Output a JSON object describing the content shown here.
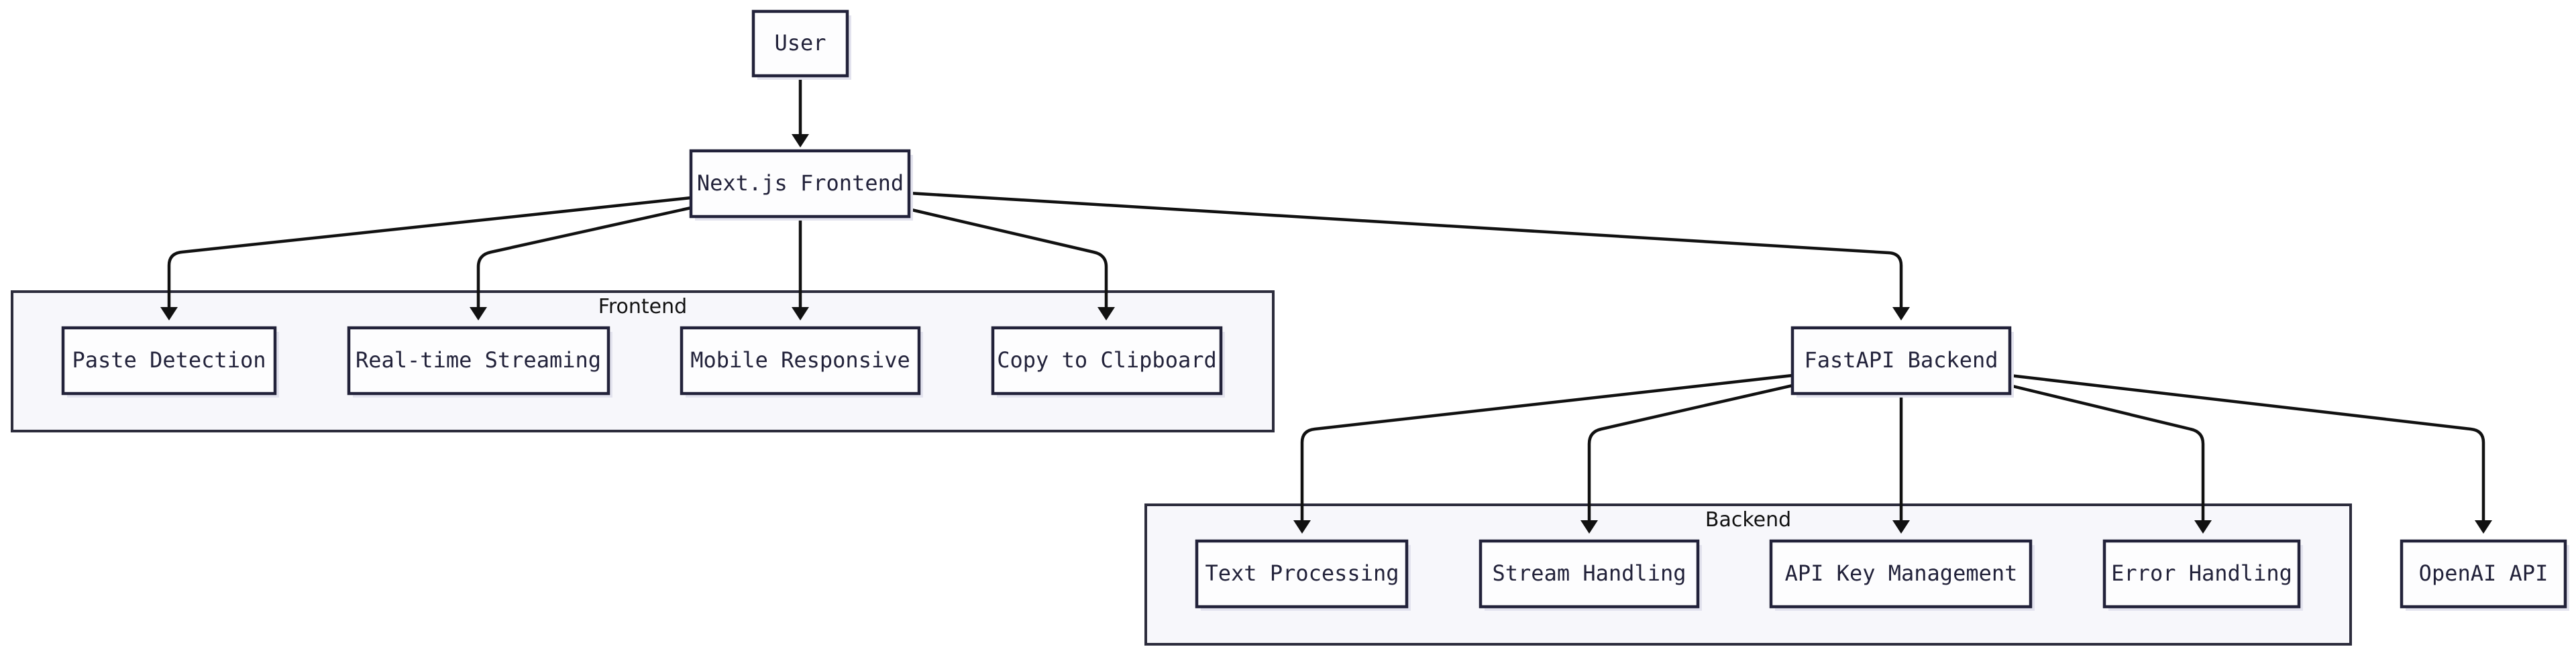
{
  "diagram": {
    "nodes": {
      "user": "User",
      "nextjs": "Next.js Frontend",
      "paste": "Paste Detection",
      "streaming": "Real-time Streaming",
      "mobile": "Mobile Responsive",
      "clipboard": "Copy to Clipboard",
      "fastapi": "FastAPI Backend",
      "text": "Text Processing",
      "stream": "Stream Handling",
      "apikey": "API Key Management",
      "error": "Error Handling",
      "openai": "OpenAI API"
    },
    "groups": {
      "frontend": "Frontend",
      "backend": "Backend"
    },
    "edges": [
      [
        "user",
        "nextjs"
      ],
      [
        "nextjs",
        "paste"
      ],
      [
        "nextjs",
        "streaming"
      ],
      [
        "nextjs",
        "mobile"
      ],
      [
        "nextjs",
        "clipboard"
      ],
      [
        "nextjs",
        "fastapi"
      ],
      [
        "fastapi",
        "text"
      ],
      [
        "fastapi",
        "stream"
      ],
      [
        "fastapi",
        "apikey"
      ],
      [
        "fastapi",
        "error"
      ],
      [
        "fastapi",
        "openai"
      ]
    ]
  },
  "colors": {
    "node_fill": "#fdfdfe",
    "node_border": "#22223a",
    "group_fill": "#f7f7fb",
    "edge": "#111111"
  }
}
